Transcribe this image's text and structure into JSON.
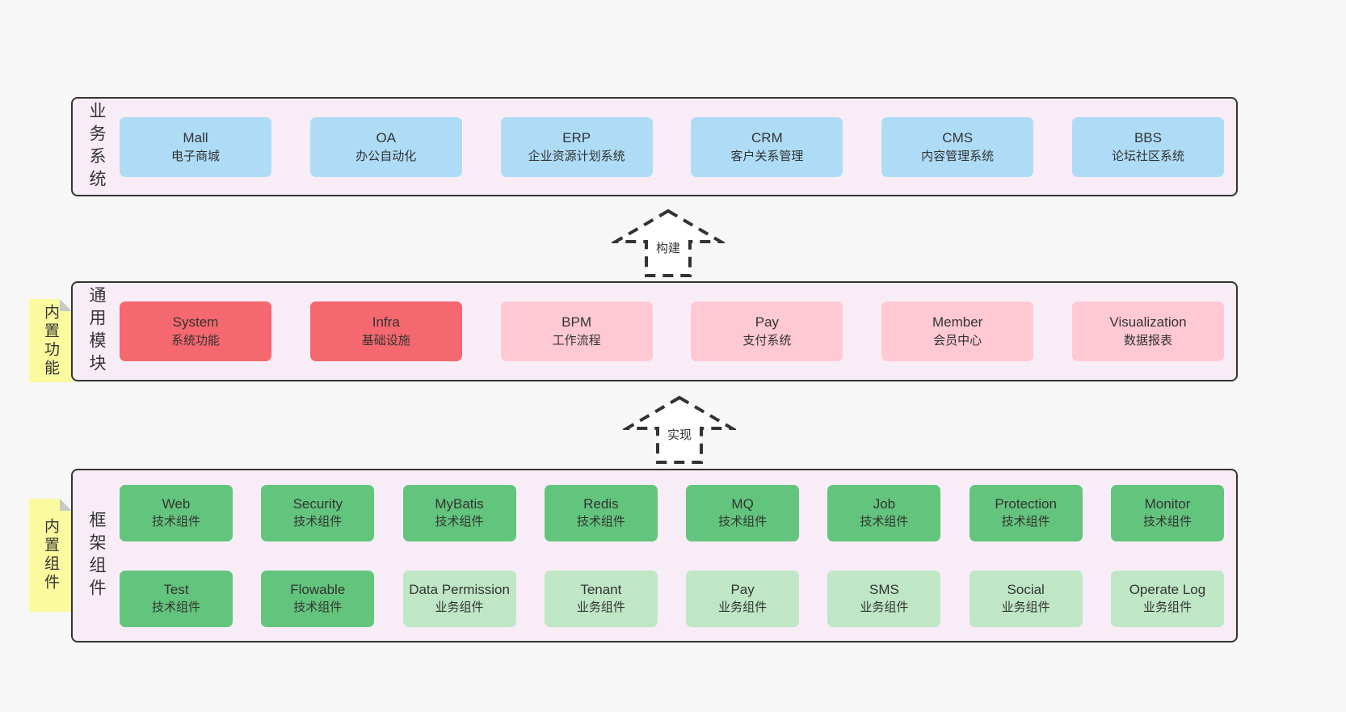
{
  "palette": {
    "page_bg": "#f7f7f7",
    "band_bg": "#f8edf6",
    "band_border": "#333333",
    "text": "#333333",
    "blue_box": "#aedcf7",
    "red_box": "#f5686f",
    "pink_box": "#ffc9d3",
    "green_dark_box": "#63c57d",
    "green_light_box": "#bfe7c6",
    "sticky_yellow": "#fbfa9e",
    "sticky_fold": "#c9c9c9",
    "arrow_fill": "#ffffff"
  },
  "arrows": {
    "build": "构建",
    "implement": "实现"
  },
  "bands": {
    "business": {
      "label": "业务系统",
      "boxes": [
        {
          "name": "Mall",
          "sub": "电子商城",
          "type": "blue"
        },
        {
          "name": "OA",
          "sub": "办公自动化",
          "type": "blue"
        },
        {
          "name": "ERP",
          "sub": "企业资源计划系统",
          "type": "blue"
        },
        {
          "name": "CRM",
          "sub": "客户关系管理",
          "type": "blue"
        },
        {
          "name": "CMS",
          "sub": "内容管理系统",
          "type": "blue"
        },
        {
          "name": "BBS",
          "sub": "论坛社区系统",
          "type": "blue"
        }
      ]
    },
    "modules": {
      "label": "通用模块",
      "sticky": "内置功能",
      "boxes": [
        {
          "name": "System",
          "sub": "系统功能",
          "type": "red"
        },
        {
          "name": "Infra",
          "sub": "基础设施",
          "type": "red"
        },
        {
          "name": "BPM",
          "sub": "工作流程",
          "type": "pink"
        },
        {
          "name": "Pay",
          "sub": "支付系统",
          "type": "pink"
        },
        {
          "name": "Member",
          "sub": "会员中心",
          "type": "pink"
        },
        {
          "name": "Visualization",
          "sub": "数据报表",
          "type": "pink"
        }
      ]
    },
    "framework": {
      "label": "框架组件",
      "sticky": "内置组件",
      "row1": [
        {
          "name": "Web",
          "sub": "技术组件",
          "type": "green-dark"
        },
        {
          "name": "Security",
          "sub": "技术组件",
          "type": "green-dark"
        },
        {
          "name": "MyBatis",
          "sub": "技术组件",
          "type": "green-dark"
        },
        {
          "name": "Redis",
          "sub": "技术组件",
          "type": "green-dark"
        },
        {
          "name": "MQ",
          "sub": "技术组件",
          "type": "green-dark"
        },
        {
          "name": "Job",
          "sub": "技术组件",
          "type": "green-dark"
        },
        {
          "name": "Protection",
          "sub": "技术组件",
          "type": "green-dark"
        },
        {
          "name": "Monitor",
          "sub": "技术组件",
          "type": "green-dark"
        }
      ],
      "row2": [
        {
          "name": "Test",
          "sub": "技术组件",
          "type": "green-dark"
        },
        {
          "name": "Flowable",
          "sub": "技术组件",
          "type": "green-dark"
        },
        {
          "name": "Data Permission",
          "sub": "业务组件",
          "type": "green-light"
        },
        {
          "name": "Tenant",
          "sub": "业务组件",
          "type": "green-light"
        },
        {
          "name": "Pay",
          "sub": "业务组件",
          "type": "green-light"
        },
        {
          "name": "SMS",
          "sub": "业务组件",
          "type": "green-light"
        },
        {
          "name": "Social",
          "sub": "业务组件",
          "type": "green-light"
        },
        {
          "name": "Operate Log",
          "sub": "业务组件",
          "type": "green-light"
        }
      ]
    }
  }
}
